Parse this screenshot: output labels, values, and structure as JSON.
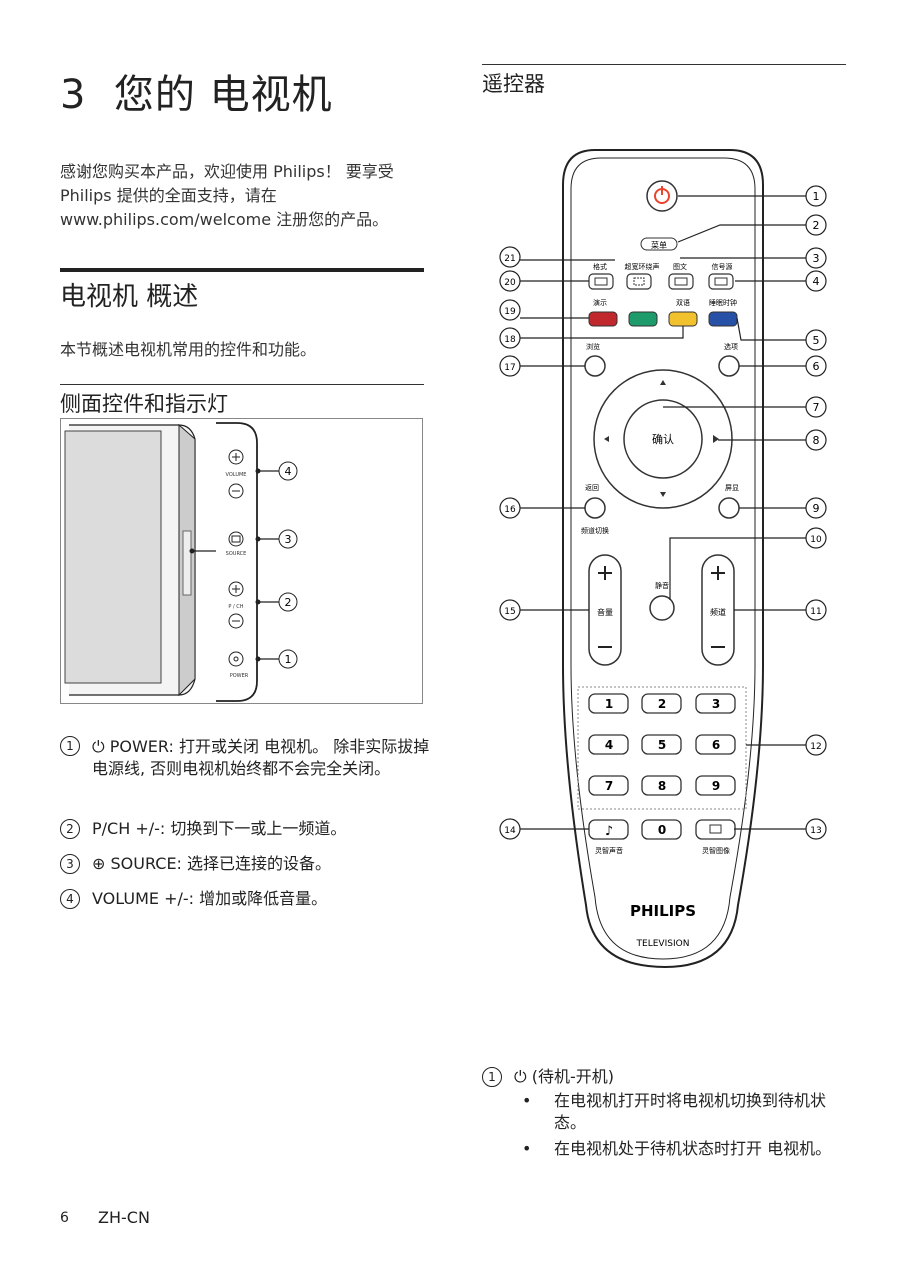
{
  "chapter": {
    "number": "3",
    "title": "您的 电视机"
  },
  "intro_text": "感谢您购买本产品，欢迎使用 Philips！ 要享受 Philips 提供的全面支持，请在 www.philips.com/welcome 注册您的产品。",
  "overview": {
    "title": "电视机 概述",
    "text": "本节概述电视机常用的控件和功能。"
  },
  "side_controls": {
    "title": "侧面控件和指示灯",
    "panel_labels": {
      "volume": "VOLUME",
      "source": "SOURCE",
      "pch": "P / CH",
      "power": "POWER"
    },
    "callouts": [
      "4",
      "3",
      "2",
      "1"
    ],
    "items": [
      {
        "num": "1",
        "text": "⏻ POWER: 打开或关闭 电视机。 除非实际拔掉电源线, 否则电视机始终都不会完全关闭。"
      },
      {
        "num": "2",
        "text": "P/CH +/-: 切换到下一或上一频道。"
      },
      {
        "num": "3",
        "text": "⊕ SOURCE: 选择已连接的设备。"
      },
      {
        "num": "4",
        "text": "VOLUME +/-: 增加或降低音量。"
      }
    ]
  },
  "remote": {
    "title": "遥控器",
    "labels": {
      "menu": "菜单",
      "format": "格式",
      "surround": "超宽环绕声",
      "teletext": "图文",
      "source": "信号源",
      "demo": "演示",
      "dual": "双语",
      "sleep": "睡眠时钟",
      "browse": "浏览",
      "option": "选项",
      "ok": "确认",
      "back": "返回",
      "info": "屏显",
      "channel_switch": "频道切换",
      "mute": "静音",
      "volume": "音量",
      "channel": "频道",
      "smart_sound": "灵智声音",
      "smart_picture": "灵智图像",
      "brand": "PHILIPS",
      "sub_brand": "TELEVISION"
    },
    "keys": [
      "1",
      "2",
      "3",
      "4",
      "5",
      "6",
      "7",
      "8",
      "9",
      "0"
    ],
    "callouts": [
      "1",
      "2",
      "3",
      "4",
      "5",
      "6",
      "7",
      "8",
      "9",
      "10",
      "11",
      "12",
      "13",
      "14",
      "15",
      "16",
      "17",
      "18",
      "19",
      "20",
      "21"
    ],
    "colors": {
      "red": "#c0282d",
      "green": "#1e9b6a",
      "yellow": "#f2c12e",
      "blue": "#2651a6",
      "power": "#e8452c"
    }
  },
  "standby": {
    "num": "1",
    "heading": "⏻ (待机-开机)",
    "bullets": [
      "在电视机打开时将电视机切换到待机状态。",
      "在电视机处于待机状态时打开 电视机。"
    ]
  },
  "footer": {
    "page": "6",
    "lang": "ZH-CN"
  }
}
